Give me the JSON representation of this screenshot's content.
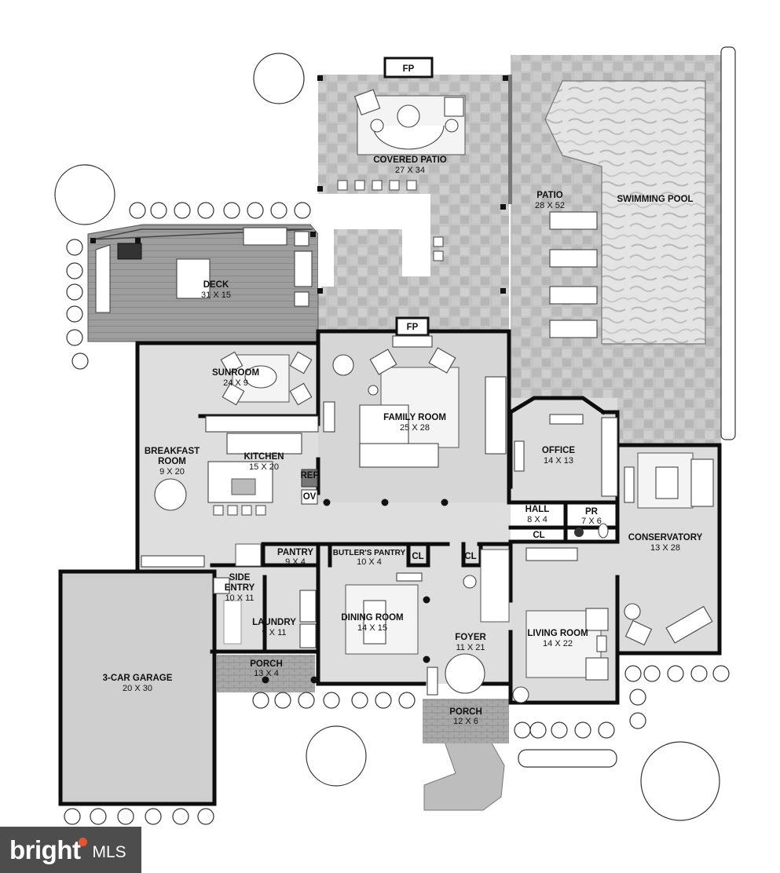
{
  "rooms": {
    "covered_patio": {
      "name": "COVERED PATIO",
      "dim": "27 X 34"
    },
    "patio": {
      "name": "PATIO",
      "dim": "28 X 52"
    },
    "swimming_pool": {
      "name": "SWIMMING POOL"
    },
    "deck": {
      "name": "DECK",
      "dim": "31 X 15"
    },
    "sunroom": {
      "name": "SUNROOM",
      "dim": "24 X 9"
    },
    "family_room": {
      "name": "FAMILY ROOM",
      "dim": "25 X 28"
    },
    "breakfast_room": {
      "name1": "BREAKFAST",
      "name2": "ROOM",
      "dim": "9 X 20"
    },
    "kitchen": {
      "name": "KITCHEN",
      "dim": "15 X 20"
    },
    "office": {
      "name": "OFFICE",
      "dim": "14 X 13"
    },
    "hall": {
      "name": "HALL",
      "dim": "8 X 4"
    },
    "pr": {
      "name": "PR",
      "dim": "7 X 6"
    },
    "conservatory": {
      "name": "CONSERVATORY",
      "dim": "13 X 28"
    },
    "pantry": {
      "name": "PANTRY",
      "dim": "9 X 4"
    },
    "butlers_pantry": {
      "name": "BUTLER'S PANTRY",
      "dim": "10 X 4"
    },
    "side_entry": {
      "name1": "SIDE",
      "name2": "ENTRY",
      "dim": "10 X 11"
    },
    "laundry": {
      "name": "LAUNDRY",
      "dim": "9 X 11"
    },
    "dining_room": {
      "name": "DINING ROOM",
      "dim": "14 X 15"
    },
    "foyer": {
      "name": "FOYER",
      "dim": "11 X 21"
    },
    "living_room": {
      "name": "LIVING ROOM",
      "dim": "14 X 22"
    },
    "porch_side": {
      "name": "PORCH",
      "dim": "13 X 4"
    },
    "porch_front": {
      "name": "PORCH",
      "dim": "12 X 6"
    },
    "garage": {
      "name": "3-CAR GARAGE",
      "dim": "20 X 30"
    }
  },
  "fixtures": {
    "fp": "FP",
    "cl": "CL",
    "ref": "REF",
    "ov": "OV"
  },
  "watermark": {
    "brand": "bright",
    "suffix": "MLS"
  },
  "colors": {
    "paving": "#c2c2c2",
    "interior": "#dedede",
    "deck": "#9a9a9a",
    "wall": "#0d0d0d",
    "logo_bg": "#4d4d4d",
    "logo_dot": "#e8542d"
  }
}
